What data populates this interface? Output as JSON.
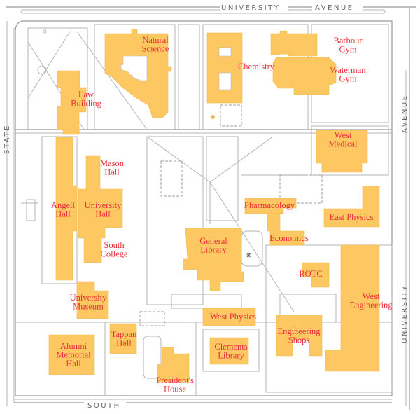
{
  "map": {
    "streets": {
      "north_1": "UNIVERSITY",
      "north_2": "AVENUE",
      "west": "STATE",
      "east_1": "AVENUE",
      "east_2": "UNIVERSITY",
      "south": "SOUTH"
    },
    "colors": {
      "building": "#fdc862",
      "label": "#ec2f3b",
      "road": "#9a9a9a"
    },
    "buildings": [
      {
        "id": "natural-science",
        "lines": [
          "Natural",
          "Science"
        ]
      },
      {
        "id": "chemistry",
        "lines": [
          "Chemistry"
        ]
      },
      {
        "id": "barbour-gym",
        "lines": [
          "Barbour",
          "Gym"
        ]
      },
      {
        "id": "waterman-gym",
        "lines": [
          "Waterman",
          "Gym"
        ]
      },
      {
        "id": "law-building",
        "lines": [
          "Law",
          "Building"
        ]
      },
      {
        "id": "west-medical",
        "lines": [
          "West",
          "Medical"
        ]
      },
      {
        "id": "mason-hall",
        "lines": [
          "Mason",
          "Hall"
        ]
      },
      {
        "id": "angell-hall",
        "lines": [
          "Angell",
          "Hall"
        ]
      },
      {
        "id": "university-hall",
        "lines": [
          "University",
          "Hall"
        ]
      },
      {
        "id": "south-college",
        "lines": [
          "South",
          "College"
        ]
      },
      {
        "id": "pharmacology",
        "lines": [
          "Pharmacology"
        ]
      },
      {
        "id": "east-physics",
        "lines": [
          "East Physics"
        ]
      },
      {
        "id": "economics",
        "lines": [
          "Economics"
        ]
      },
      {
        "id": "general-library",
        "lines": [
          "General",
          "Library"
        ]
      },
      {
        "id": "rotc",
        "lines": [
          "ROTC"
        ]
      },
      {
        "id": "west-engineering",
        "lines": [
          "West",
          "Engineering"
        ]
      },
      {
        "id": "university-museum",
        "lines": [
          "University",
          "Museum"
        ]
      },
      {
        "id": "west-physics",
        "lines": [
          "West Physics"
        ]
      },
      {
        "id": "engineering-shops",
        "lines": [
          "Engineering",
          "Shops"
        ]
      },
      {
        "id": "tappan-hall",
        "lines": [
          "Tappan",
          "Hall"
        ]
      },
      {
        "id": "clements-library",
        "lines": [
          "Clements",
          "Library"
        ]
      },
      {
        "id": "alumni-memorial-hall",
        "lines": [
          "Alumni",
          "Memorial",
          "Hall"
        ]
      },
      {
        "id": "presidents-house",
        "lines": [
          "President's",
          "House"
        ]
      }
    ]
  }
}
